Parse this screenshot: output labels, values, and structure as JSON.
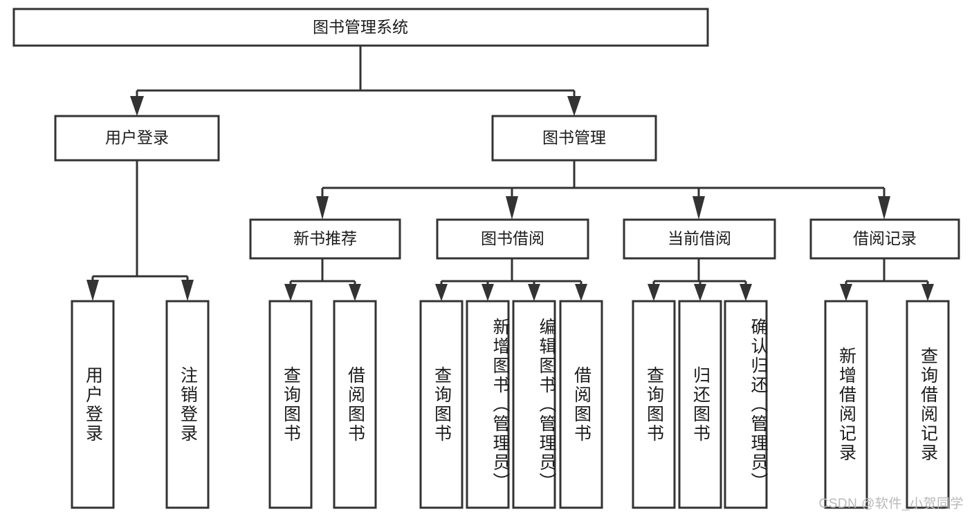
{
  "diagram": {
    "title": "图书管理系统",
    "watermark": "CSDN @软件_小贺同学",
    "root": {
      "id": "root",
      "label": "图书管理系统"
    },
    "level2": [
      {
        "id": "user-login",
        "label": "用户登录"
      },
      {
        "id": "book-manage",
        "label": "图书管理"
      }
    ],
    "level3": [
      {
        "id": "new-book-rec",
        "label": "新书推荐"
      },
      {
        "id": "book-borrow",
        "label": "图书借阅"
      },
      {
        "id": "current-borrow",
        "label": "当前借阅"
      },
      {
        "id": "borrow-record",
        "label": "借阅记录"
      }
    ],
    "leaves": {
      "user-login": [
        {
          "id": "leaf-user-login",
          "label": "用户登录"
        },
        {
          "id": "leaf-logout-login",
          "label": "注销登录"
        }
      ],
      "new-book-rec": [
        {
          "id": "leaf-query-book-1",
          "label": "查询图书"
        },
        {
          "id": "leaf-borrow-book-1",
          "label": "借阅图书"
        }
      ],
      "book-borrow": [
        {
          "id": "leaf-query-book-2",
          "label": "查询图书"
        },
        {
          "id": "leaf-add-book",
          "label": "新增图书（管理员）"
        },
        {
          "id": "leaf-edit-book",
          "label": "编辑图书（管理员）"
        },
        {
          "id": "leaf-borrow-book-2",
          "label": "借阅图书"
        }
      ],
      "current-borrow": [
        {
          "id": "leaf-query-book-3",
          "label": "查询图书"
        },
        {
          "id": "leaf-return-book",
          "label": "归还图书"
        },
        {
          "id": "leaf-confirm-return",
          "label": "确认归还（管理员）"
        }
      ],
      "borrow-record": [
        {
          "id": "leaf-add-record",
          "label": "新增借阅记录"
        },
        {
          "id": "leaf-query-record",
          "label": "查询借阅记录"
        }
      ]
    },
    "colors": {
      "stroke": "#333333",
      "fill": "#ffffff",
      "text": "#1b1b1b",
      "watermark": "#b9b9b9"
    }
  }
}
